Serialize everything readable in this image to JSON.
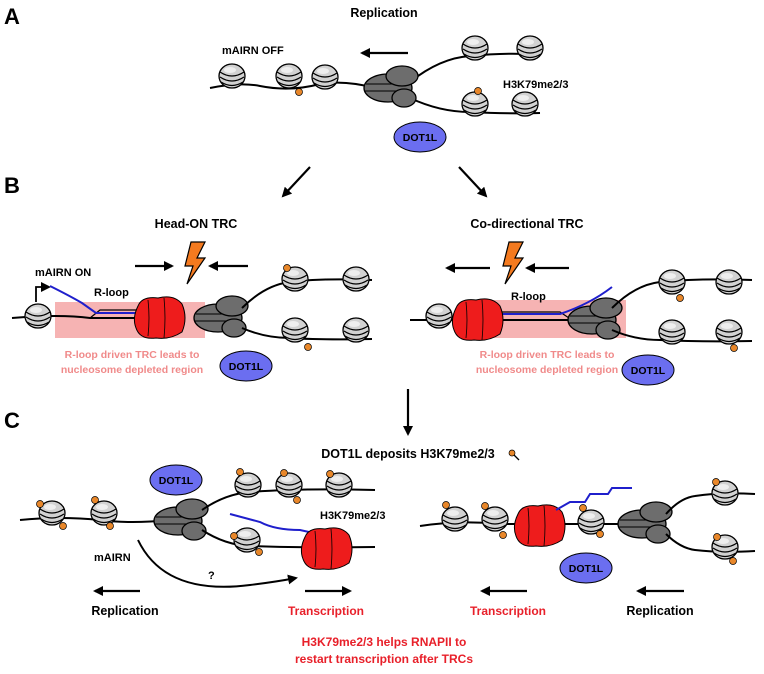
{
  "panels": {
    "A": "A",
    "B": "B",
    "C": "C"
  },
  "panel_a": {
    "title": "Replication",
    "state": "mAIRN OFF",
    "mark": "H3K79me2/3",
    "enzyme": "DOT1L"
  },
  "panel_b": {
    "left_title": "Head-ON TRC",
    "right_title": "Co-directional TRC",
    "state": "mAIRN ON",
    "rloop_left": "R-loop",
    "rloop_right": "R-loop",
    "note_line1": "R-loop driven TRC leads to",
    "note_line2": "nucleosome depleted region",
    "enzyme": "DOT1L"
  },
  "panel_c": {
    "title": "DOT1L deposits H3K79me2/3",
    "enzyme": "DOT1L",
    "mark": "H3K79me2/3",
    "gene": "mAIRN",
    "question": "?",
    "replication": "Replication",
    "transcription": "Transcription",
    "conclusion_line1": "H3K79me2/3 helps RNAPII to",
    "conclusion_line2": "restart transcription after TRCs"
  },
  "colors": {
    "dot1l": "#6b6ef0",
    "rnapii": "#ee1c1c",
    "rloop_rna": "#1f1fcc",
    "methyl_mark": "#e8872a",
    "lightning": "#f47a1f",
    "ndr_shade": "#f4a0a0",
    "replisome": "#6d6d6d",
    "nucleosome": "#cfcfcf",
    "transcription_text": "#e8202a"
  }
}
